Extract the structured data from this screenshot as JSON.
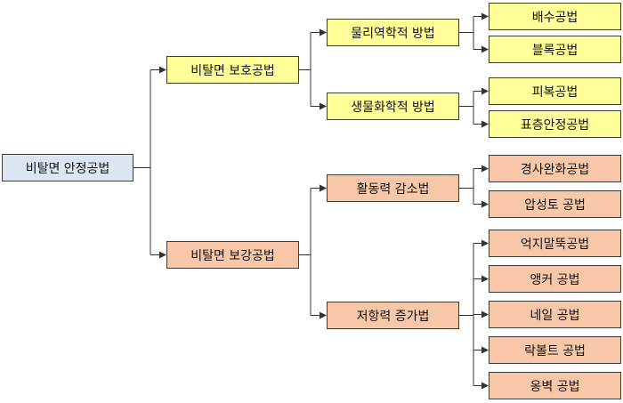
{
  "diagram": {
    "root": {
      "label": "비탈면 안정공법"
    },
    "protection": {
      "label": "비탈면 보호공법",
      "physical": {
        "label": "물리역학적 방법",
        "children": [
          "배수공법",
          "블록공법"
        ]
      },
      "biological": {
        "label": "생물화학적 방법",
        "children": [
          "피복공법",
          "표층안정공법"
        ]
      }
    },
    "reinforcement": {
      "label": "비탈면 보강공법",
      "activity_reduction": {
        "label": "활동력 감소법",
        "children": [
          "경사완화공법",
          "압성토 공법"
        ]
      },
      "resistance_increase": {
        "label": "저항력 증가법",
        "children": [
          "억지말뚝공법",
          "앵커 공법",
          "네일 공법",
          "락볼트 공법",
          "옹벽 공법"
        ]
      }
    },
    "colors": {
      "root_fill": "#dce6f2",
      "protection_fill": "#ffff99",
      "reinforcement_fill": "#f8c7a8",
      "line": "#333333"
    }
  }
}
